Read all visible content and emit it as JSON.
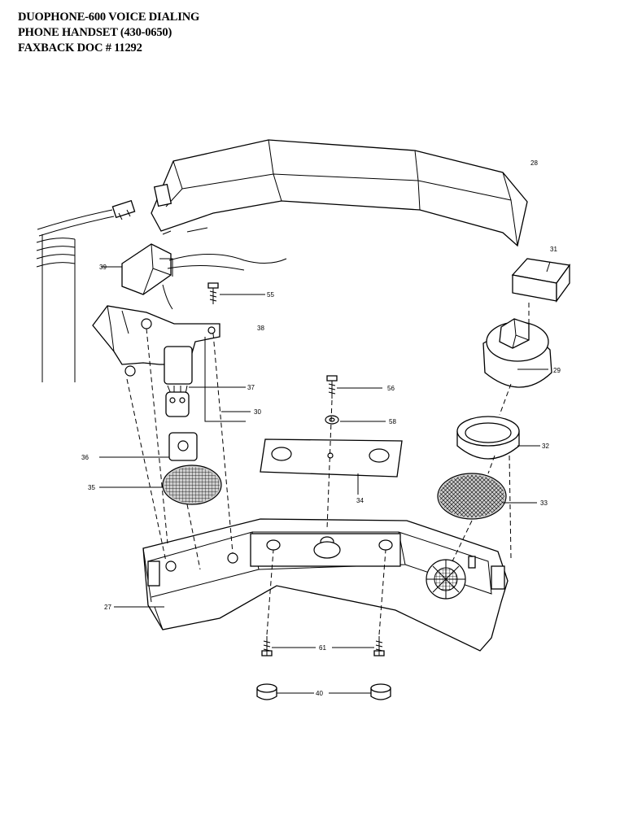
{
  "header": {
    "line1": "DUOPHONE-600 VOICE DIALING",
    "line2": "PHONE HANDSET  (430-0650)",
    "line3": "FAXBACK DOC # 11292"
  },
  "parts": {
    "p27": "27",
    "p28": "28",
    "p29": "29",
    "p30": "30",
    "p31": "31",
    "p32": "32",
    "p33": "33",
    "p34": "34",
    "p35": "35",
    "p36": "36",
    "p37": "37",
    "p38": "38",
    "p39": "39",
    "p40": "40",
    "p55": "55",
    "p56": "56",
    "p58": "58",
    "p61": "61"
  }
}
